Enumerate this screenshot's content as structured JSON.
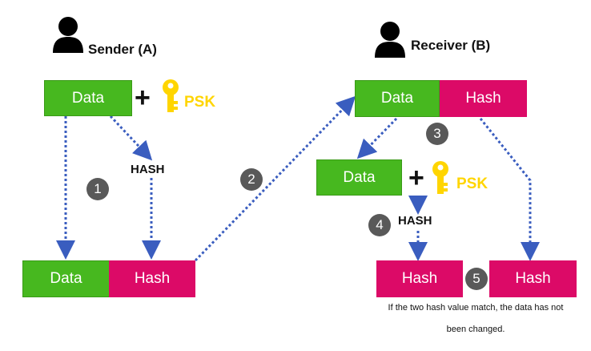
{
  "sender": {
    "title": "Sender (A)",
    "data_label": "Data",
    "psk_label": "PSK",
    "hash_text": "HASH"
  },
  "sent_message": {
    "data_label": "Data",
    "hash_label": "Hash"
  },
  "receiver": {
    "title": "Receiver (B)",
    "data_label": "Data",
    "hash_label": "Hash"
  },
  "receiver_compute": {
    "data_label": "Data",
    "psk_label": "PSK",
    "hash_text": "HASH"
  },
  "compare": {
    "left_hash": "Hash",
    "right_hash": "Hash"
  },
  "steps": [
    "1",
    "2",
    "3",
    "4",
    "5"
  ],
  "plus_sign": "+",
  "note": {
    "line1": "If the two hash value match, the data has not",
    "line2": "been changed."
  },
  "colors": {
    "data_box": "#47b81f",
    "hash_box": "#dc0a67",
    "arrow": "#3a5dbf",
    "psk_key": "#ffd500",
    "step_badge": "#595959"
  }
}
